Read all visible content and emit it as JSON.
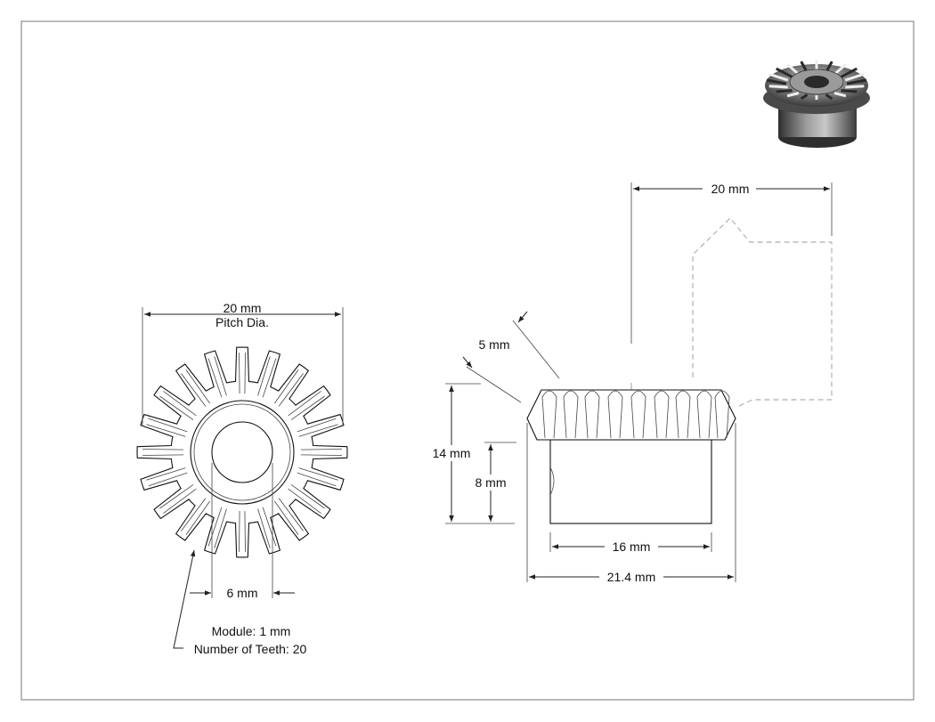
{
  "front_view": {
    "pitch_dia_value": "20 mm",
    "pitch_dia_label": "Pitch Dia.",
    "bore_value": "6 mm",
    "module_note": "Module: 1 mm",
    "teeth_note": "Number of Teeth: 20",
    "teeth_count": 20
  },
  "side_view": {
    "top_width": "20 mm",
    "face_width": "5 mm",
    "overall_height": "14 mm",
    "hub_height": "8 mm",
    "hub_diameter": "16 mm",
    "overall_width": "21.4 mm"
  },
  "colors": {
    "line": "#222222",
    "hidden": "#999999",
    "render_dark": "#3a3a3a",
    "render_light": "#b8b8b8"
  }
}
